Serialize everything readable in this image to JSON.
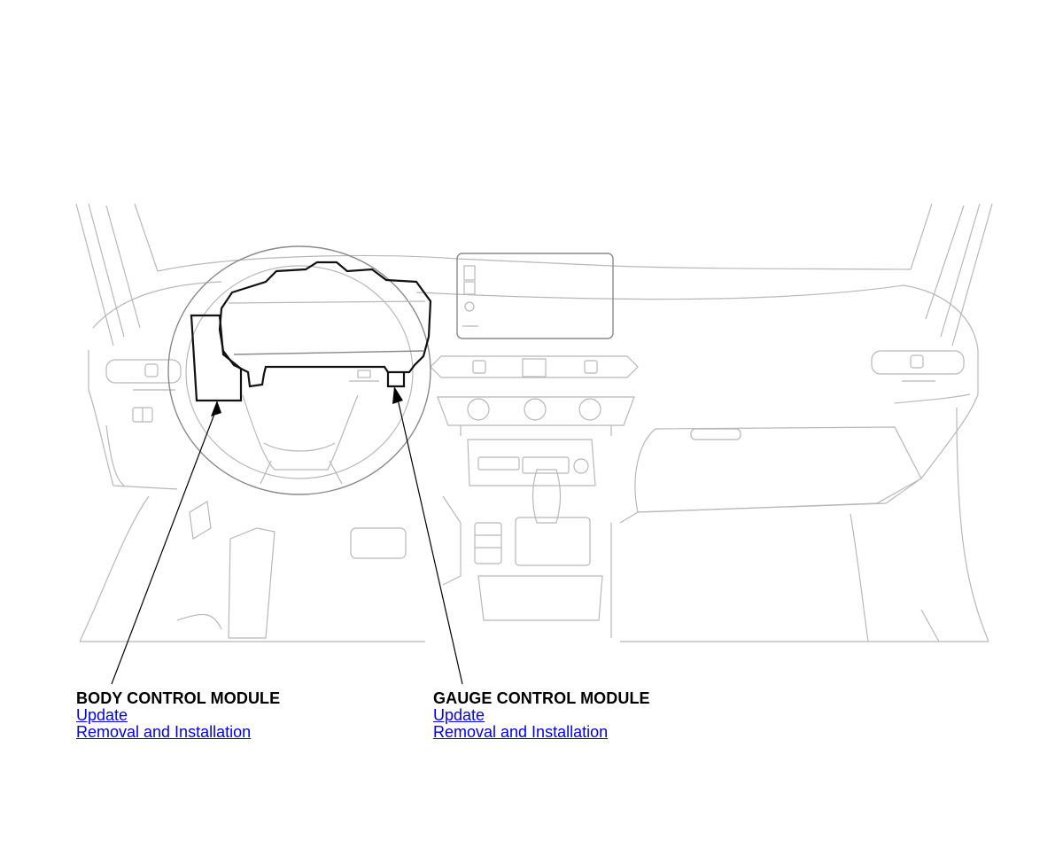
{
  "components": [
    {
      "name": "BODY CONTROL MODULE",
      "links": [
        "Update",
        "Removal and Installation"
      ]
    },
    {
      "name": "GAUGE CONTROL MODULE",
      "links": [
        "Update",
        "Removal and Installation"
      ]
    }
  ],
  "colors": {
    "link": "#0000ee",
    "label": "#000000",
    "highlight_stroke": "#111111",
    "drawing_stroke": "#b8b8b8"
  }
}
